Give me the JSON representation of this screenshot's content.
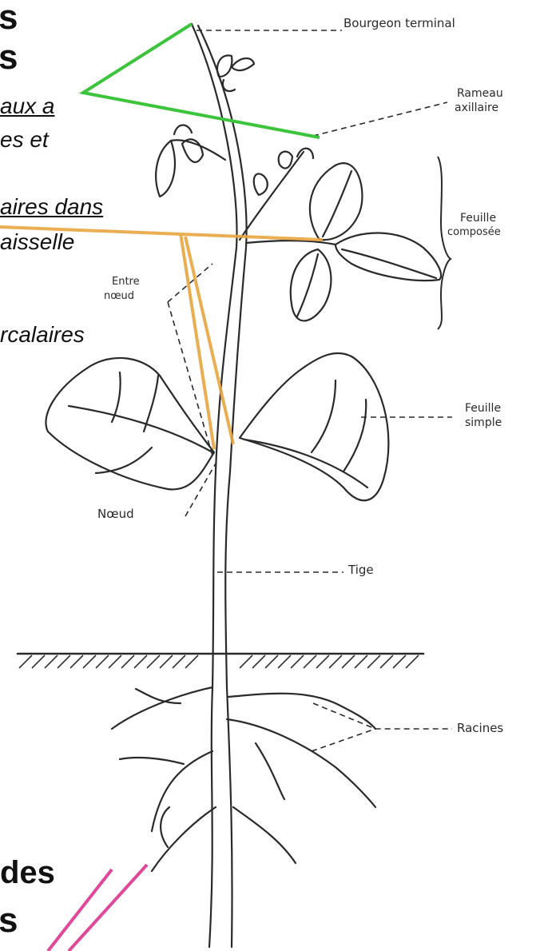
{
  "labels": {
    "bourgeon": "Bourgeon terminal",
    "rameau_1": "Rameau",
    "rameau_2": "axillaire",
    "feuille_composee_1": "Feuille",
    "feuille_composee_2": "composée",
    "entre_noeud_1": "Entre",
    "entre_noeud_2": "nœud",
    "feuille_simple_1": "Feuille",
    "feuille_simple_2": "simple",
    "noeud": "Nœud",
    "tige": "Tige",
    "racines": "Racines"
  },
  "overlay_text": {
    "top_s1": "s",
    "top_s2": "s",
    "line_aux": "aux a",
    "line_es_et": "es et",
    "line_aires_dans": "aires dans",
    "line_aisselle": "aisselle",
    "line_rcalaires": "rcalaires",
    "bottom_des": "des",
    "bottom_s": "s"
  },
  "colors": {
    "ink": "#2a2a2a",
    "green": "#3cc43c",
    "orange": "#e8a640",
    "pink": "#e0489a",
    "ground": "#333333"
  }
}
